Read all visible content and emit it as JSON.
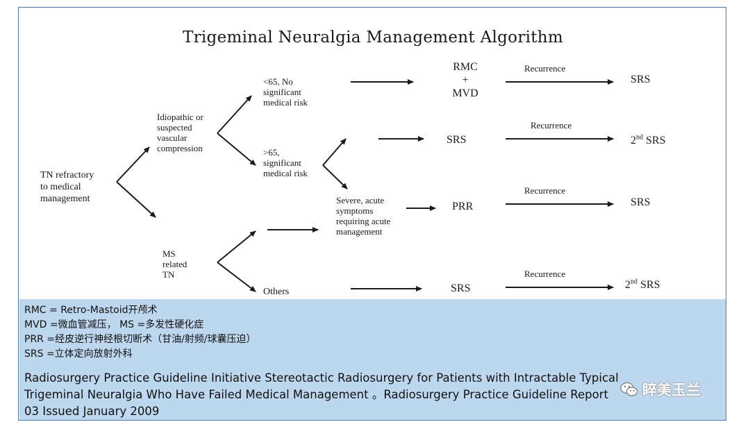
{
  "title": "Trigeminal Neuralgia Management Algorithm",
  "nodes": {
    "root": "TN refractory\nto medical\nmanagement",
    "idiopathic": "Idiopathic or\nsuspected\nvascular\ncompression",
    "ms": "MS\nrelated\nTN",
    "under65": "<65, No\nsignificant\nmedical risk",
    "over65": ">65,\nsignificant\nmedical risk",
    "severe": "Severe, acute\nsymptoms\nrequiring acute\nmanagement",
    "others": "Others",
    "rmc_mvd": "RMC\n+\nMVD",
    "srs_1": "SRS",
    "prr": "PRR",
    "srs_others": "SRS",
    "recurrence": "Recurrence",
    "out_srs": "SRS",
    "out_2nd_srs_base": "2",
    "out_2nd_srs_sup": "nd",
    "out_2nd_srs_tail": " SRS"
  },
  "legend": {
    "rmc": "RMC = Retro-Mastoid开颅术",
    "mvd_ms": "MVD =微血管减压，  MS =多发性硬化症",
    "prr": "PRR =经皮逆行神经根切断术（甘油/射频/球囊压迫）",
    "srs": "SRS =立体定向放射外科",
    "citation": " Radiosurgery Practice Guideline Initiative Stereotactic Radiosurgery for Patients with  Intractable Typical\nTrigeminal Neuralgia Who Have Failed Medical Management  。Radiosurgery Practice Guideline Report\n03  Issued January 2009"
  },
  "watermark": {
    "text": "睟美玉兰",
    "icon": "wechat-icon"
  },
  "colors": {
    "border": "#4a78b8",
    "legend_bg": "#bdd7ee",
    "arrow": "#1a1a1a"
  }
}
